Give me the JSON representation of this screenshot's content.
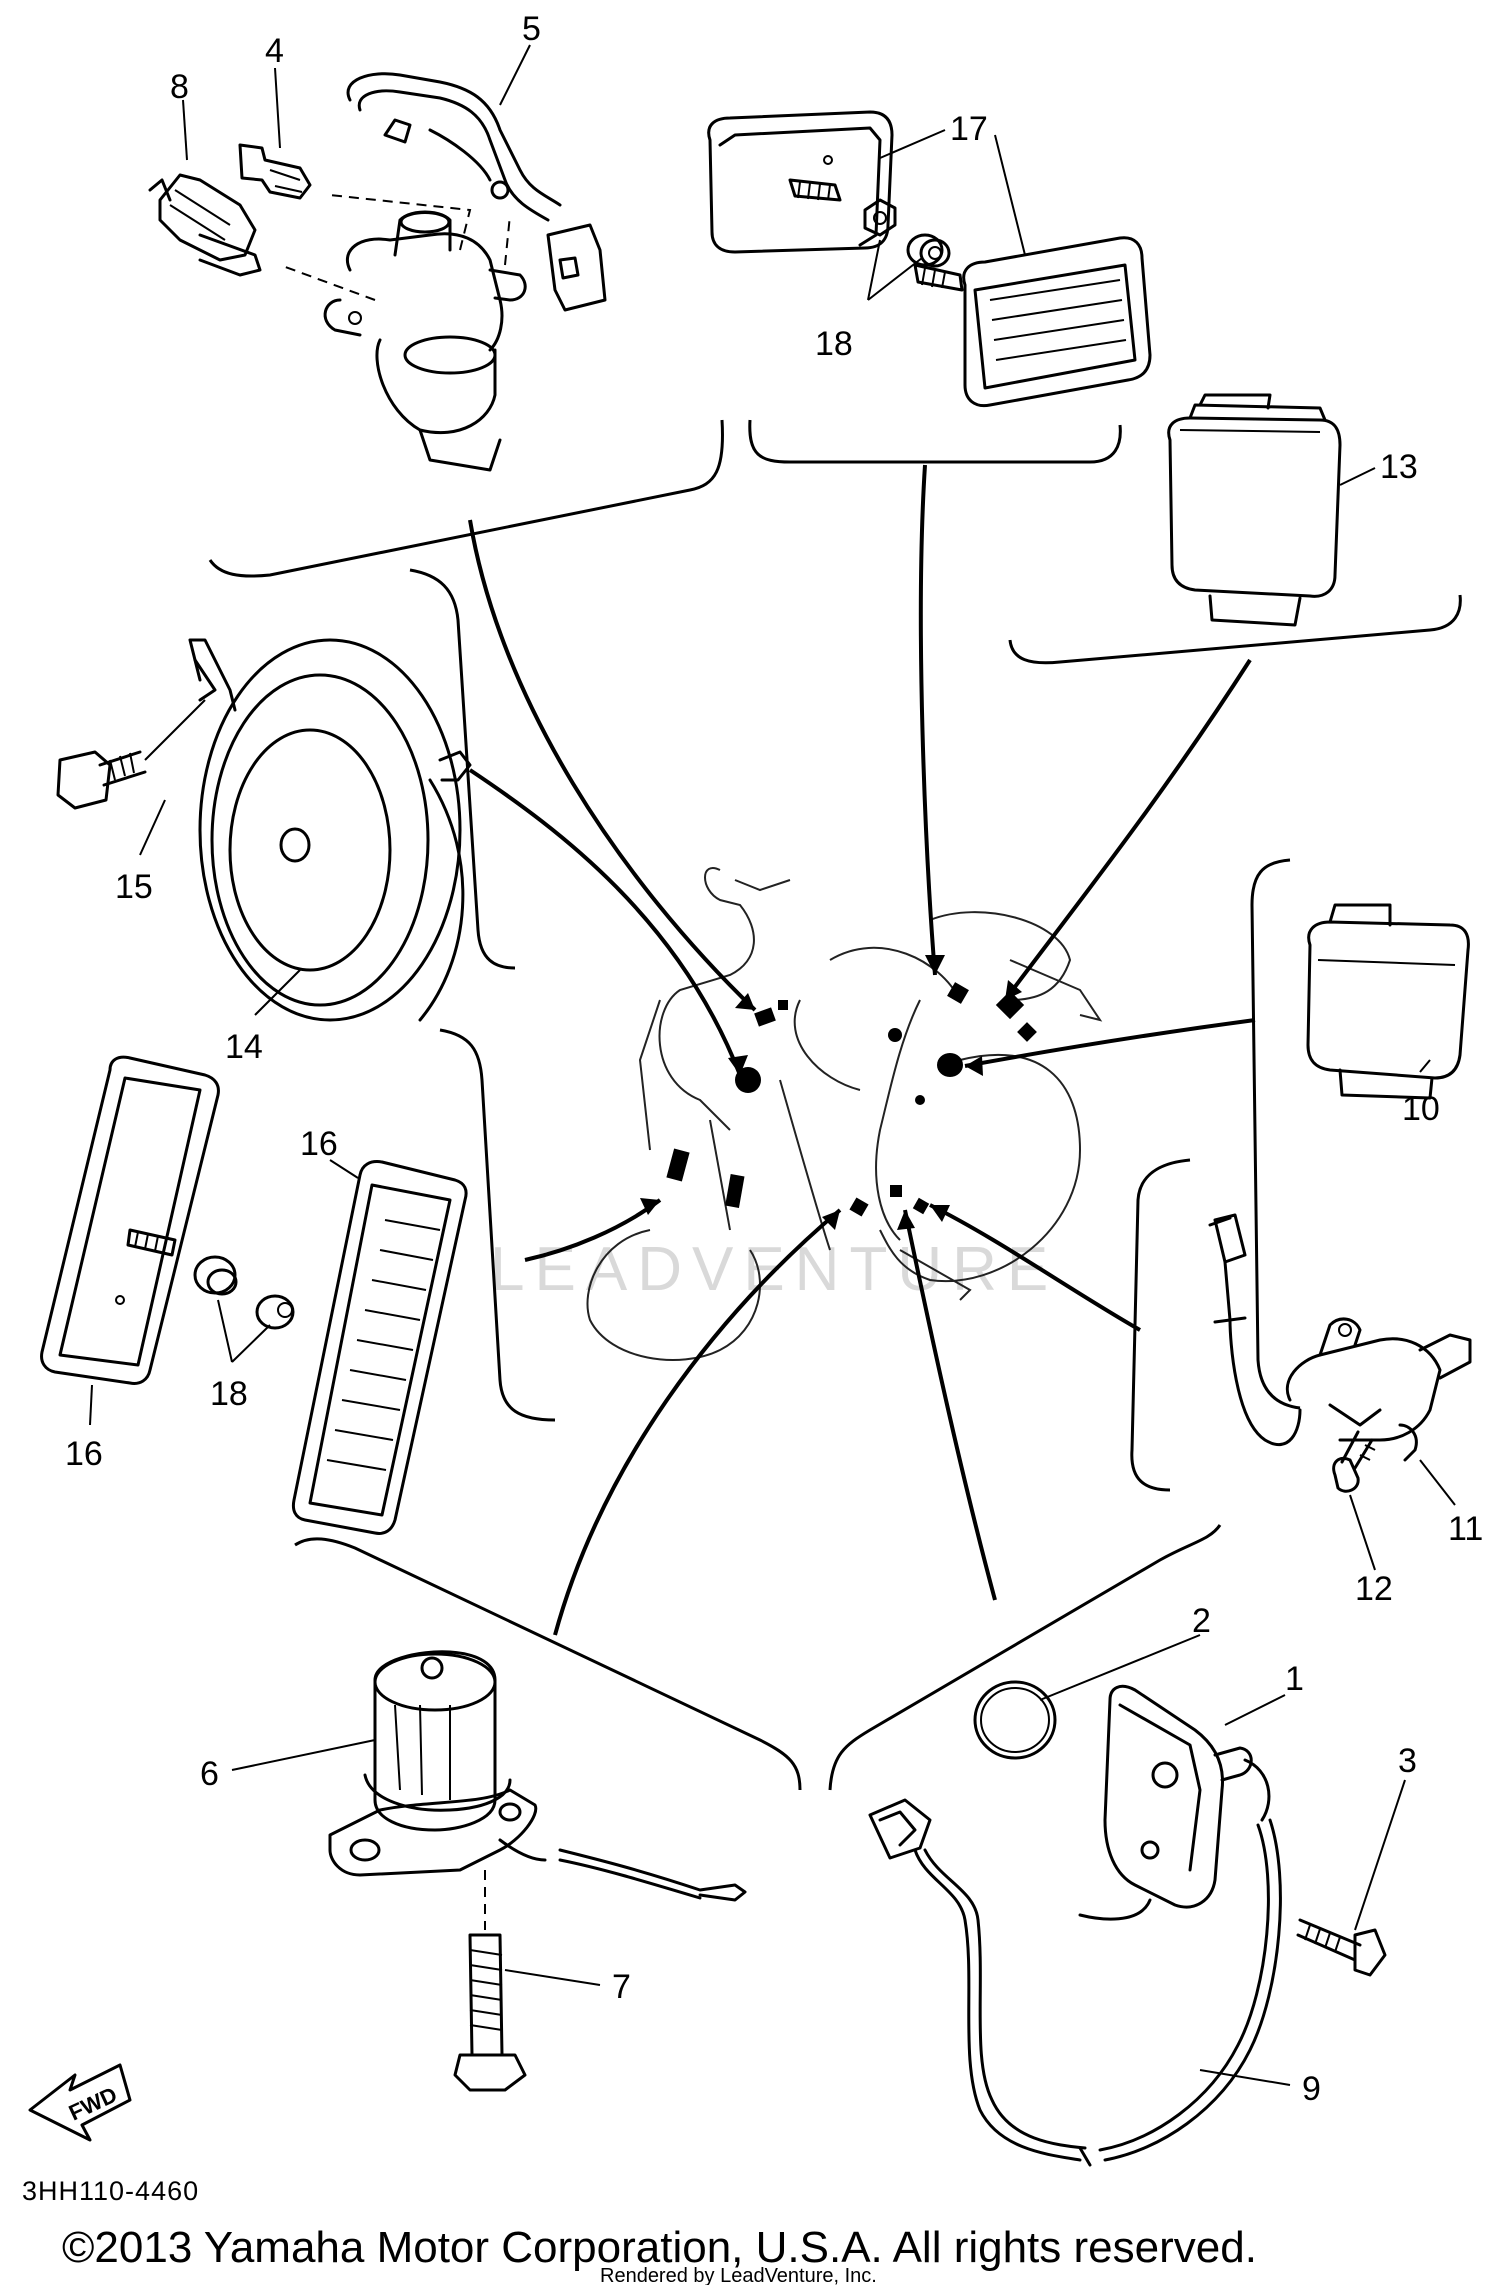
{
  "diagram": {
    "code": "3HH110-4460",
    "copyright": "©2013 Yamaha Motor Corporation, U.S.A. All rights reserved.",
    "rendered_by": "Rendered by LeadVenture, Inc.",
    "watermark": "LEADVENTURE",
    "fwd_label": "FWD",
    "callouts": [
      "1",
      "2",
      "3",
      "4",
      "5",
      "6",
      "7",
      "8",
      "9",
      "10",
      "11",
      "12",
      "13",
      "14",
      "15",
      "16",
      "16",
      "17",
      "18",
      "18"
    ]
  }
}
